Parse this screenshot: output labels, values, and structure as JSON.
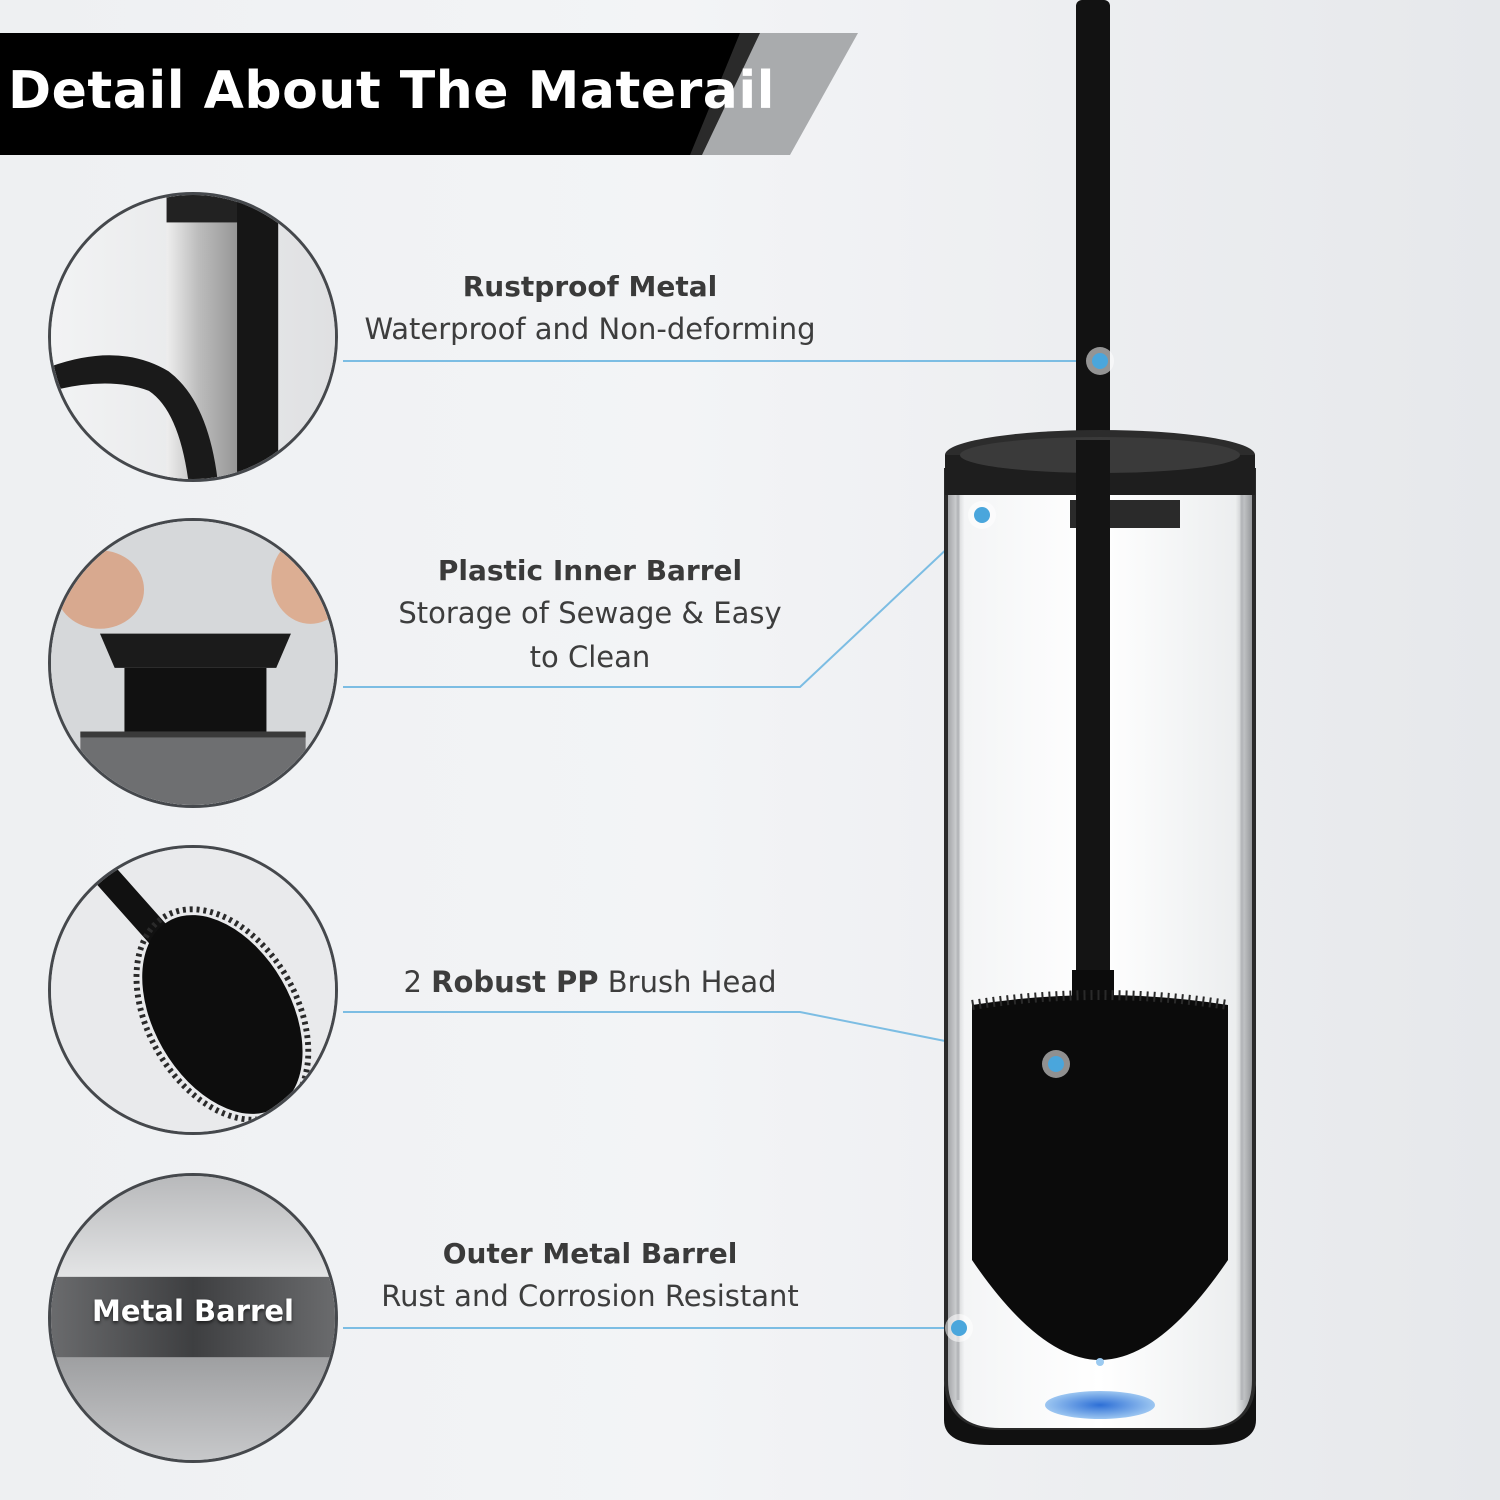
{
  "banner": {
    "title": "Detail About The Materail"
  },
  "features": [
    {
      "heading": "Rustproof Metal",
      "description": "Waterproof and Non-deforming"
    },
    {
      "heading": "Plastic Inner Barrel",
      "description_line1": "Storage of Sewage & Easy",
      "description_line2": "to  Clean"
    },
    {
      "prefix": "2 ",
      "bold": "Robust PP",
      "suffix": " Brush Head"
    },
    {
      "heading": "Outer Metal Barrel",
      "description": "Rust and Corrosion Resistant"
    }
  ],
  "metal_badge": "Metal Barrel",
  "colors": {
    "accent": "#5fb0e0",
    "banner": "#000000",
    "banner_stripe": "#a9abad"
  }
}
